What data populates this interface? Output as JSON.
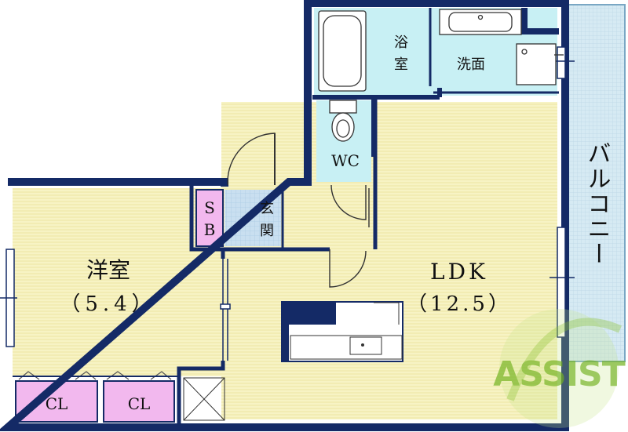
{
  "rooms": {
    "western_room": {
      "name": "洋室",
      "size": "（5.4）"
    },
    "ldk": {
      "name": "LDK",
      "size": "（12.5）"
    },
    "bath": {
      "char1": "浴",
      "char2": "室"
    },
    "washroom": "洗面",
    "wc": "WC",
    "entrance": {
      "char1": "玄",
      "char2": "関"
    },
    "shoe_box": {
      "char1": "S",
      "char2": "B"
    },
    "closet_1": "CL",
    "closet_2": "CL",
    "balcony": "バルコニー"
  },
  "watermark": {
    "text": "ASSIST"
  },
  "colors": {
    "wall": "#142a66",
    "floor": "#f7f3c4",
    "floor_line": "#ece5a2",
    "wet_area": "#c8f0f4",
    "closet": "#f2b8ee",
    "balcony": "#d6eaf3",
    "entrance_tile": "#c9dff0",
    "watermark": "#8fc43a"
  }
}
